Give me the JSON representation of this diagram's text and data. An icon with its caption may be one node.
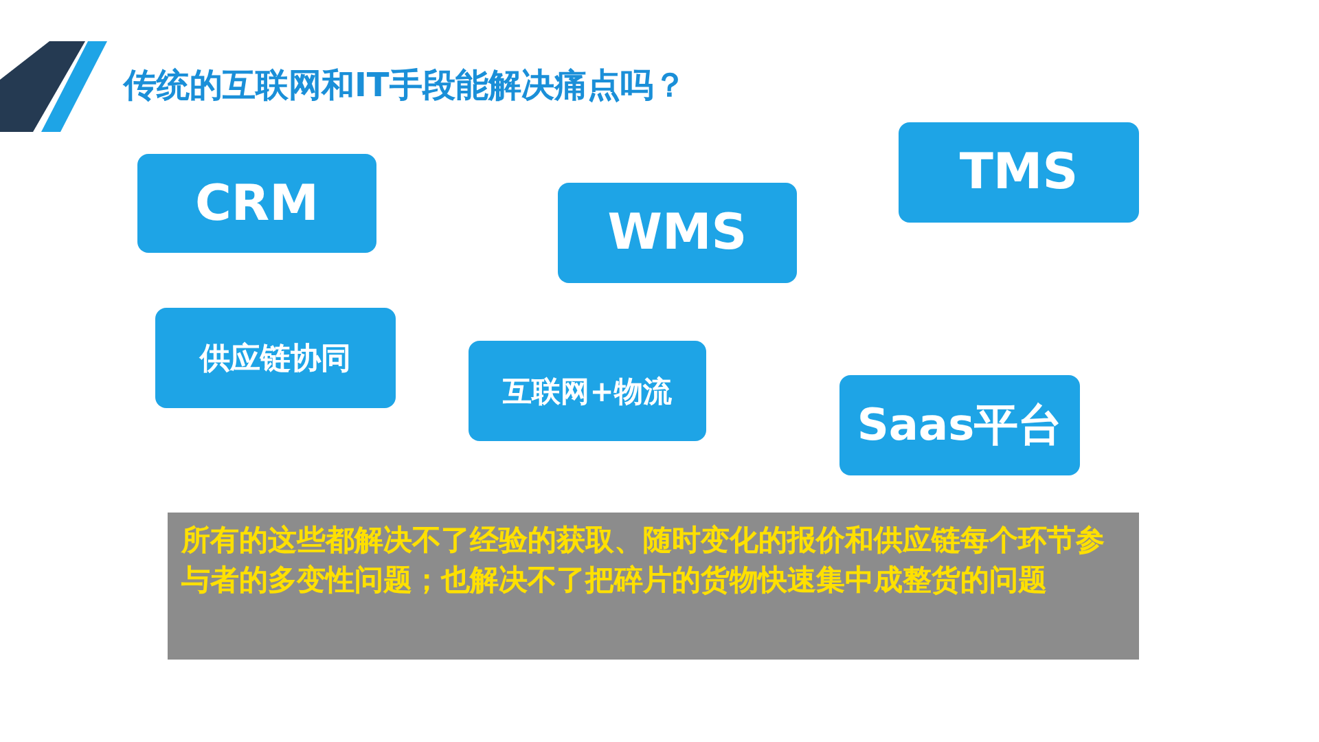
{
  "diagram": {
    "title": "传统的互联网和IT手段能解决痛点吗？",
    "nodes": [
      {
        "text": [
          "CRM"
        ]
      },
      {
        "text": [
          "WMS"
        ]
      },
      {
        "text": [
          "TMS"
        ]
      },
      {
        "text": [
          "供应链协同"
        ]
      },
      {
        "text": [
          "互联网+物流"
        ]
      },
      {
        "text": [
          "Saas平台"
        ]
      },
      {
        "text": [
          "所有的这些都解决不了经验的获取、随时变化的报价和供应链每个环节参与者的多变性问题；也解决不了把碎片的货物快速集中成整货的问题"
        ]
      }
    ]
  }
}
